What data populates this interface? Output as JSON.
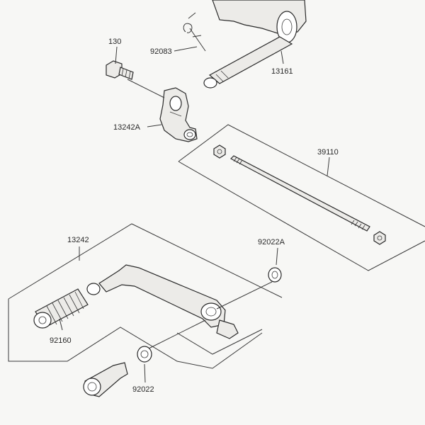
{
  "labels": {
    "p130": "130",
    "p92083": "92083",
    "p13161": "13161",
    "p13242A": "13242A",
    "p39110": "39110",
    "p13242": "13242",
    "p92022A": "92022A",
    "p92160": "92160",
    "p92022": "92022"
  }
}
